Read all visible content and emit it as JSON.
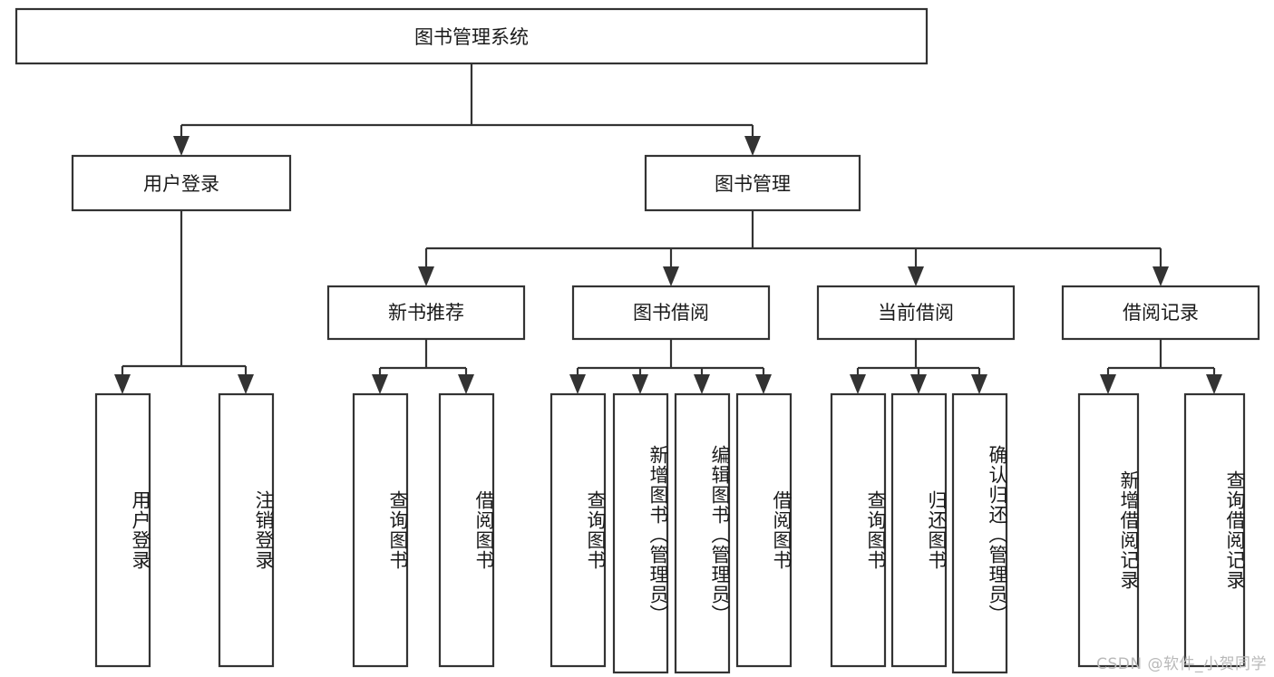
{
  "diagram": {
    "type": "tree-hierarchy",
    "title": "图书管理系统",
    "stroke_color": "#333333",
    "fill_color": "#ffffff",
    "text_color": "#1a1a1a",
    "root": {
      "label": "图书管理系统"
    },
    "level2": [
      {
        "label": "用户登录"
      },
      {
        "label": "图书管理"
      }
    ],
    "level3": [
      {
        "label": "新书推荐"
      },
      {
        "label": "图书借阅"
      },
      {
        "label": "当前借阅"
      },
      {
        "label": "借阅记录"
      }
    ],
    "leaves": {
      "user_login": [
        {
          "label": "用户登录"
        },
        {
          "label": "注销登录"
        }
      ],
      "new_book_recommend": [
        {
          "label": "查询图书"
        },
        {
          "label": "借阅图书"
        }
      ],
      "book_borrow": [
        {
          "label": "查询图书"
        },
        {
          "label": "新增图书（管理员）"
        },
        {
          "label": "编辑图书（管理员）"
        },
        {
          "label": "借阅图书"
        }
      ],
      "current_borrow": [
        {
          "label": "查询图书"
        },
        {
          "label": "归还图书"
        },
        {
          "label": "确认归还（管理员）"
        }
      ],
      "borrow_record": [
        {
          "label": "新增借阅记录"
        },
        {
          "label": "查询借阅记录"
        }
      ]
    }
  },
  "watermark": {
    "text": "CSDN @软件_小贺同学"
  }
}
